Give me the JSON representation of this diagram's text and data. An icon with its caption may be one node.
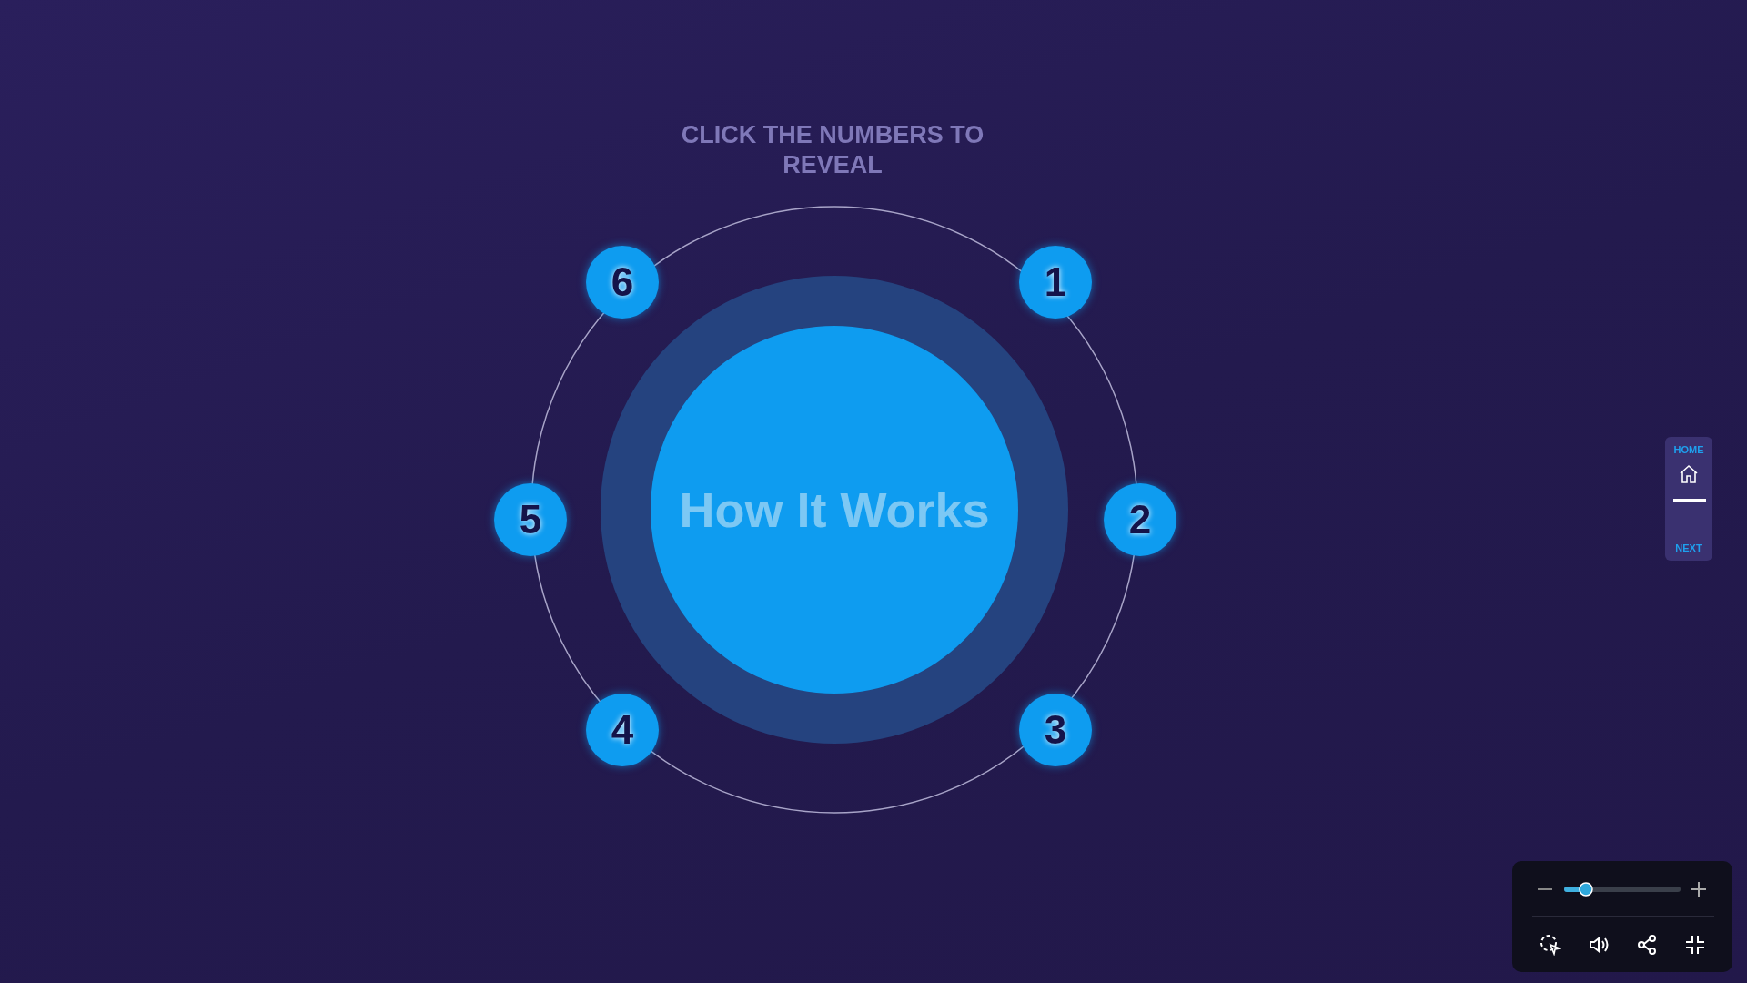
{
  "diagram": {
    "nodes": [
      {
        "text": [
          "How It Works"
        ]
      },
      {
        "text": [
          "1"
        ]
      },
      {
        "text": [
          "2"
        ]
      },
      {
        "text": [
          "3"
        ]
      },
      {
        "text": [
          "4"
        ]
      },
      {
        "text": [
          "5"
        ]
      },
      {
        "text": [
          "6"
        ]
      }
    ],
    "labels": [
      "CLICK THE NUMBERS TO REVEAL",
      "HOME",
      "NEXT"
    ]
  }
}
